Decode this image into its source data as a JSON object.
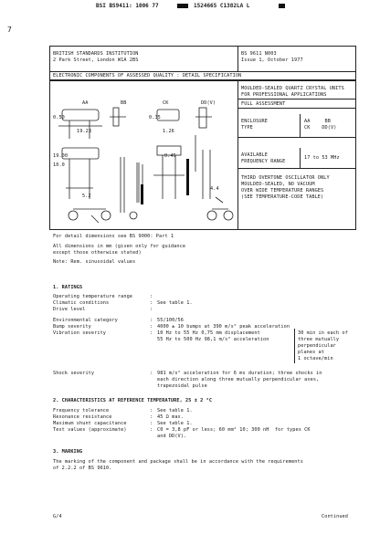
{
  "top_bar": {
    "left": "BSI BS9411: 1006 77",
    "right": "1524665 C1382LA L"
  },
  "margin_mark": "7",
  "header": {
    "issuer_line1": "BRITISH STANDARDS INSTITUTION",
    "issuer_line2": "2 Park Street, London W1A 2BS",
    "spec_no": "BS 9611 N003",
    "issue": "Issue 1, October 1977",
    "title_bar": "ELECTRONIC COMPONENTS OF ASSESSED QUALITY : DETAIL SPECIFICATION"
  },
  "drawings": {
    "labels": {
      "aa": "AA",
      "bb": "BB",
      "ck": "CK",
      "dd": "DD(V)",
      "dim_a": "0.50",
      "dim_b": "19.23",
      "dim_c": "0.35",
      "dim_d": "1.26",
      "dim_e": "19.00",
      "dim_f": "10.0",
      "dim_g": "5.2",
      "dim_h": "4.4",
      "dim_i": "0.45"
    }
  },
  "right_panel": {
    "heading1": "MOULDED-SEALED QUARTZ CRYSTAL UNITS",
    "heading2": "FOR PROFESSIONAL APPLICATIONS",
    "full_assessment": "FULL ASSESSMENT",
    "enclosure_label": "ENCLOSURE",
    "enclosure_type": "TYPE",
    "enclosure_val1": "AA     BB",
    "enclosure_val2": "CK    DD(V)",
    "freq_label1": "AVAILABLE",
    "freq_label2": "FREQUENCY RANGE",
    "freq_range": "17 to 53 MHz",
    "note": [
      "THIRD OVERTONE OSCILLATOR ONLY",
      "MOULDED-SEALED, NO VACUUM",
      "OVER WIDE TEMPERATURE RANGES",
      "(SEE TEMPERATURE-CODE TABLE)"
    ]
  },
  "dimension_notes": [
    "For detail dimensions see BS 9000: Part 1",
    "All dimensions in mm (given only for guidance",
    "except those otherwise stated)",
    "Note: Rem. sinusoidal values"
  ],
  "section1": {
    "heading": "1. RATINGS",
    "rows": [
      {
        "label": "Operating temperature range",
        "colon": ":",
        "value": ""
      },
      {
        "label": "Climatic conditions",
        "colon": ":",
        "value": "See table 1."
      },
      {
        "label": "Drive level",
        "colon": ":",
        "value": ""
      },
      {
        "label": "Environmental category",
        "colon": ":",
        "value": "55/100/56"
      },
      {
        "label": "Bump severity",
        "colon": ":",
        "value": "4000 ± 10 bumps at 390 m/s² peak acceleration"
      },
      {
        "label": "Vibration severity",
        "colon": ":",
        "value": "10 Hz to 55 Hz 0,75 mm displacement"
      },
      {
        "label": "",
        "colon": "",
        "value": "55 Hz to 500 Hz 98,1 m/s² acceleration"
      }
    ],
    "side_box": [
      "30 min in each of",
      "three mutually",
      "perpendicular",
      "planes at",
      "1 octave/min"
    ],
    "shock_label": "Shock severity",
    "shock_colon": ":",
    "shock_value": [
      "981 m/s² acceleration for 6 ms duration; three shocks in",
      "each direction along three mutually perpendicular axes,",
      "trapezoidal pulse"
    ]
  },
  "section2": {
    "heading": "2. CHARACTERISTICS AT REFERENCE TEMPERATURE, 25 ± 2 °C",
    "rows": [
      {
        "label": "Frequency tolerance",
        "colon": ":",
        "value": "See table 1."
      },
      {
        "label": "Resonance resistance",
        "colon": ":",
        "value": "45 Ω max."
      },
      {
        "label": "Maximum shunt capacitance",
        "colon": ":",
        "value": "See table 1."
      },
      {
        "label": "Test values (approximate)",
        "colon": ":",
        "value": "C0 = 3,8 pF or less; 60 mm² 10; 300 nH  for types CK"
      },
      {
        "label": "",
        "colon": "",
        "value": "and DD(V)."
      }
    ]
  },
  "section3": {
    "heading": "3. MARKING",
    "text": [
      "The marking of the component and package shall be in accordance with the requirements",
      "of 2.2.2 of BS 9610."
    ]
  },
  "footer": {
    "left": "G/4",
    "right": "Continued"
  }
}
